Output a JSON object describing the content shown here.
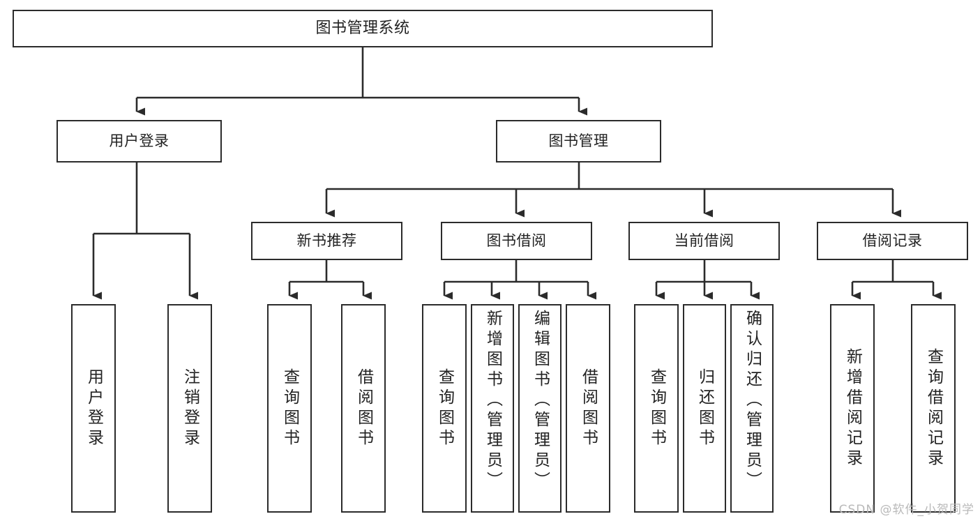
{
  "diagram": {
    "title": "图书管理系统",
    "type": "tree",
    "colors": {
      "stroke": "#2b2b2b",
      "fill": "#ffffff",
      "text": "#222222",
      "watermark": "#b9b9b9"
    },
    "root": {
      "label": "图书管理系统"
    },
    "level1": [
      {
        "label": "用户登录"
      },
      {
        "label": "图书管理"
      }
    ],
    "level2": [
      {
        "label": "新书推荐"
      },
      {
        "label": "图书借阅"
      },
      {
        "label": "当前借阅"
      },
      {
        "label": "借阅记录"
      }
    ],
    "leaves": [
      {
        "label": "用户登录",
        "parent": "用户登录"
      },
      {
        "label": "注销登录",
        "parent": "用户登录"
      },
      {
        "label": "查询图书",
        "parent": "新书推荐"
      },
      {
        "label": "借阅图书",
        "parent": "新书推荐"
      },
      {
        "label": "查询图书",
        "parent": "图书借阅"
      },
      {
        "label": "新增图书（管理员）",
        "parent": "图书借阅"
      },
      {
        "label": "编辑图书（管理员）",
        "parent": "图书借阅"
      },
      {
        "label": "借阅图书",
        "parent": "图书借阅"
      },
      {
        "label": "查询图书",
        "parent": "当前借阅"
      },
      {
        "label": "归还图书",
        "parent": "当前借阅"
      },
      {
        "label": "确认归还（管理员）",
        "parent": "当前借阅"
      },
      {
        "label": "新增借阅记录",
        "parent": "借阅记录"
      },
      {
        "label": "查询借阅记录",
        "parent": "借阅记录"
      }
    ]
  },
  "watermark": {
    "text": "CSDN @软件_小贺同学"
  }
}
